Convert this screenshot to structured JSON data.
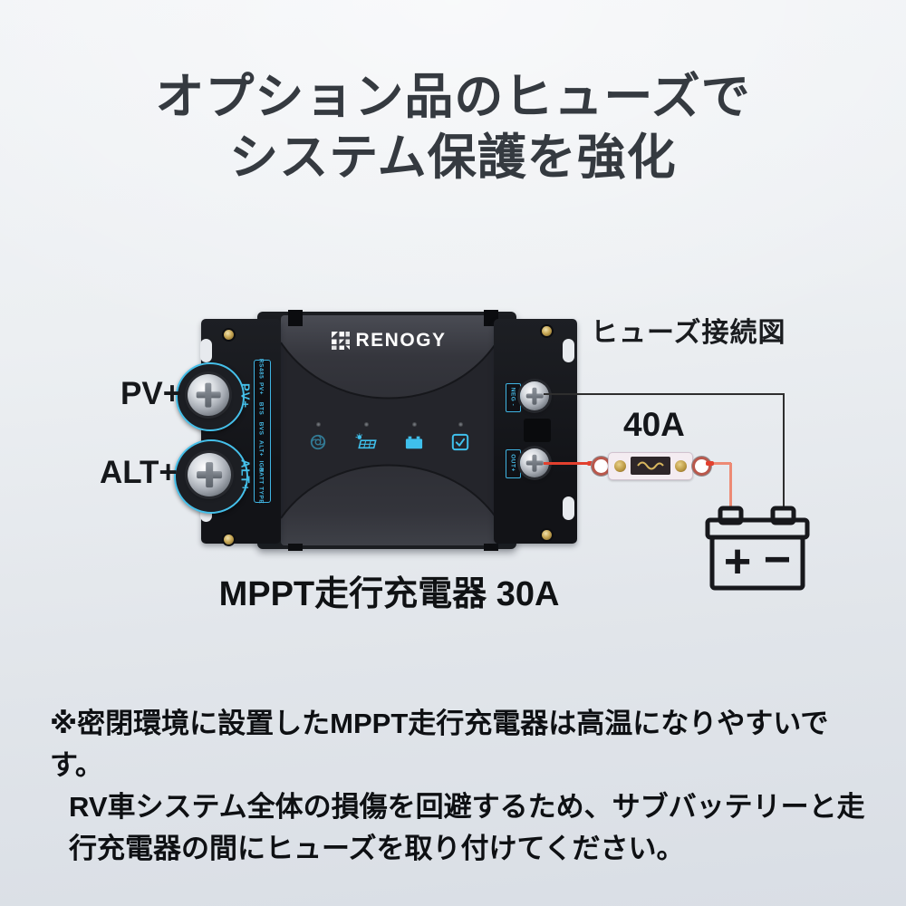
{
  "title": {
    "line1": "オプション品のヒューズで",
    "line2": "システム保護を強化"
  },
  "device": {
    "brand": "RENOGY",
    "caption": "MPPT走行充電器 30A",
    "port_strip_labels": [
      "RS485",
      "PV+",
      "BTS",
      "BVS",
      "ALT+",
      "IGN",
      "BATT TYPE"
    ],
    "terminals": {
      "pv": "PV+",
      "alt": "ALT+",
      "neg": "NEG -",
      "out": "OUT+"
    },
    "callouts": {
      "pv": "PV+",
      "alt": "ALT+"
    },
    "indicator_icons": [
      "alternator-icon",
      "solar-panel-icon",
      "battery-icon",
      "check-icon"
    ]
  },
  "diagram": {
    "heading": "ヒューズ接続図",
    "fuse_rating": "40A",
    "battery_plus": "+",
    "battery_minus": "−"
  },
  "note": {
    "lines": [
      "※密閉環境に設置したMPPT走行充電器は高温になりやすいです。",
      "RV車システム全体の損傷を回避するため、サブバッテリーと走",
      "行充電器の間にヒューズを取り付けてください。"
    ]
  },
  "colors": {
    "accent_cyan": "#3fb4e2",
    "wire_red": "#e2402e",
    "wire_salmon": "#ed8a74",
    "wire_black": "#2e2e2e",
    "title_text": "#353a40"
  }
}
